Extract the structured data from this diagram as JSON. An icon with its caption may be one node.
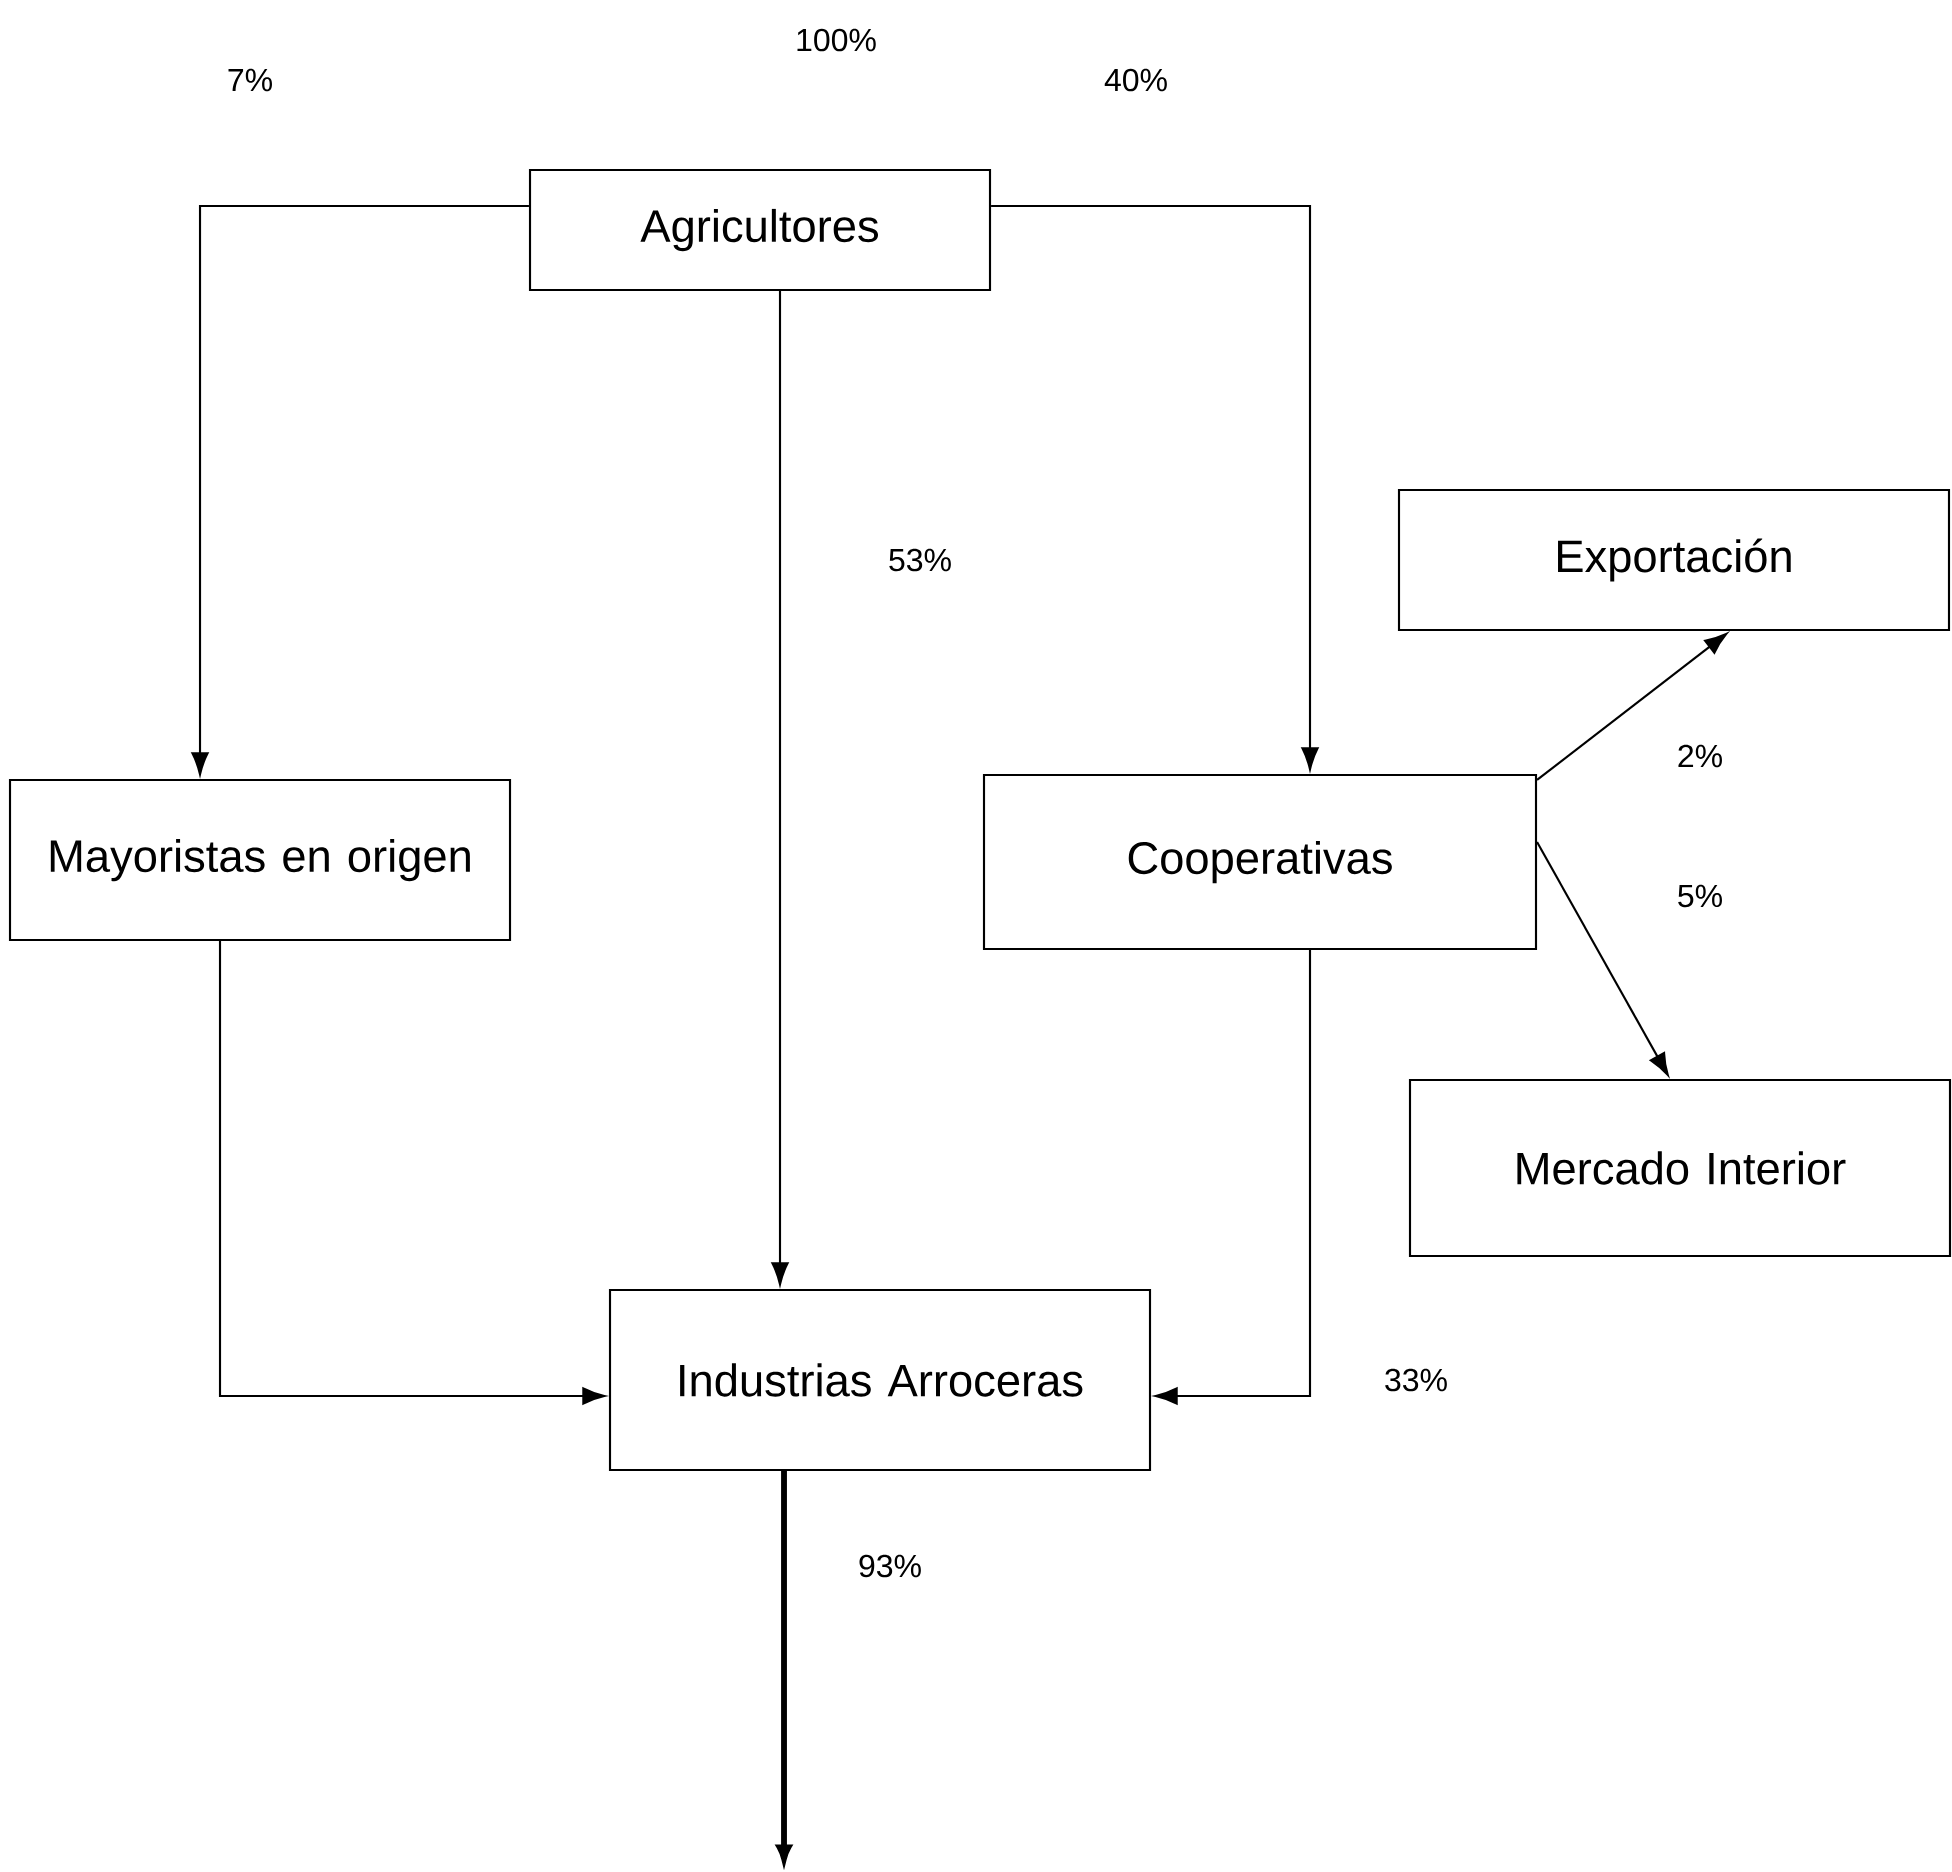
{
  "diagram": {
    "nodes": [
      {
        "text": [
          "Agricultores"
        ]
      },
      {
        "text": [
          "Exportación"
        ]
      },
      {
        "text": [
          "Mayoristas en origen"
        ]
      },
      {
        "text": [
          "Cooperativas"
        ]
      },
      {
        "text": [
          "Mercado Interior"
        ]
      },
      {
        "text": [
          "Industrias Arroceras"
        ]
      }
    ],
    "edges": [
      {
        "from": 0,
        "to": 2,
        "arrow": "to",
        "label": "7%"
      },
      {
        "from": 0,
        "to": 5,
        "arrow": "to",
        "label": "53%"
      },
      {
        "from": 0,
        "to": 3,
        "arrow": "to",
        "label": "40%"
      },
      {
        "from": 3,
        "to": 1,
        "arrow": "to",
        "label": "2%"
      },
      {
        "from": 3,
        "to": 4,
        "arrow": "to",
        "label": "5%"
      },
      {
        "from": 2,
        "to": 5,
        "arrow": "to"
      },
      {
        "from": 3,
        "to": 5,
        "arrow": "to",
        "label": "33%"
      },
      {
        "from": 5,
        "to": null,
        "arrow": "to",
        "label": "93%",
        "style": "thick"
      }
    ],
    "labels": [
      "100%"
    ]
  }
}
